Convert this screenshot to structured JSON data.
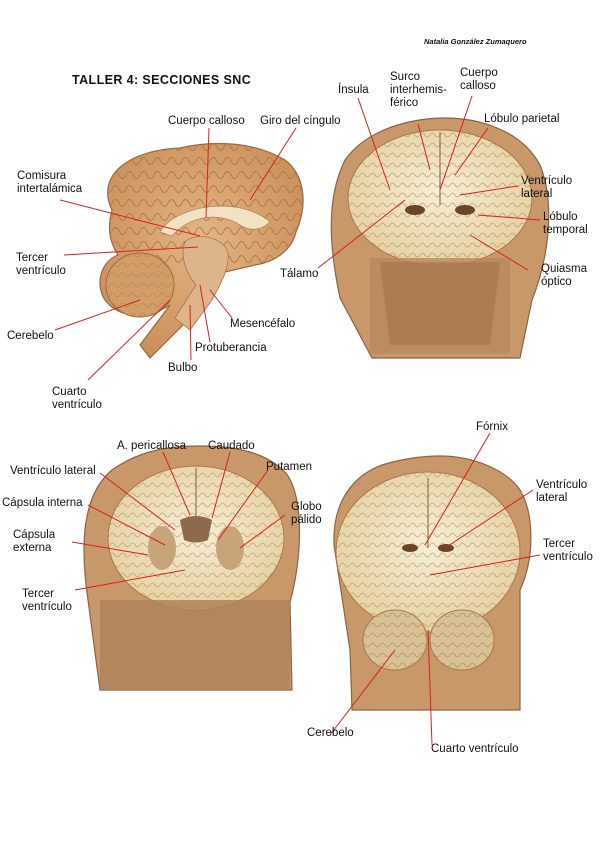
{
  "author": "Natalia González Zumaquero",
  "title": "TALLER 4: SECCIONES SNC",
  "colors": {
    "leader_line": "#d92020",
    "brain_tissue": "#d9a873",
    "skull_bone": "#c79a68",
    "white_matter": "#f1e6c4"
  },
  "panels": {
    "sagittal": {
      "labels": {
        "cuerpo_calloso": "Cuerpo calloso",
        "giro_cingulo": "Giro del cíngulo",
        "comisura": [
          "Comisura",
          "intertalámica"
        ],
        "tercer_ventriculo": [
          "Tercer",
          "ventrículo"
        ],
        "cerebelo": "Cerebelo",
        "mesencefalo": "Mesencéfalo",
        "protuberancia": "Protuberancia",
        "bulbo": "Bulbo",
        "cuarto_ventriculo": [
          "Cuarto",
          "ventrículo"
        ]
      }
    },
    "coronal_1": {
      "labels": {
        "insula": "Ínsula",
        "surco": [
          "Surco",
          "interhemis-",
          "férico"
        ],
        "cuerpo_calloso": [
          "Cuerpo",
          "calloso"
        ],
        "lobulo_parietal": "Lóbulo parietal",
        "ventriculo_lateral": [
          "Ventrículo",
          "lateral"
        ],
        "lobulo_temporal": [
          "Lóbulo",
          "temporal"
        ],
        "talamo": "Tálamo",
        "quiasma": [
          "Quiasma",
          "óptico"
        ]
      }
    },
    "coronal_2": {
      "labels": {
        "pericallosa": "A. pericallosa",
        "caudado": "Caudado",
        "putamen": "Putamen",
        "ventriculo_lateral": "Ventrículo lateral",
        "capsula_interna": "Cápsula interna",
        "globo_palido": [
          "Globo",
          "pálido"
        ],
        "capsula_externa": [
          "Cápsula",
          "externa"
        ],
        "tercer_ventriculo": [
          "Tercer",
          "ventrículo"
        ]
      }
    },
    "coronal_3": {
      "labels": {
        "fornix": "Fórnix",
        "ventriculo_lateral": [
          "Ventrículo",
          "lateral"
        ],
        "tercer_ventriculo": [
          "Tercer",
          "ventrículo"
        ],
        "cerebelo": "Cerebelo",
        "cuarto_ventriculo": "Cuarto ventrículo"
      }
    }
  }
}
